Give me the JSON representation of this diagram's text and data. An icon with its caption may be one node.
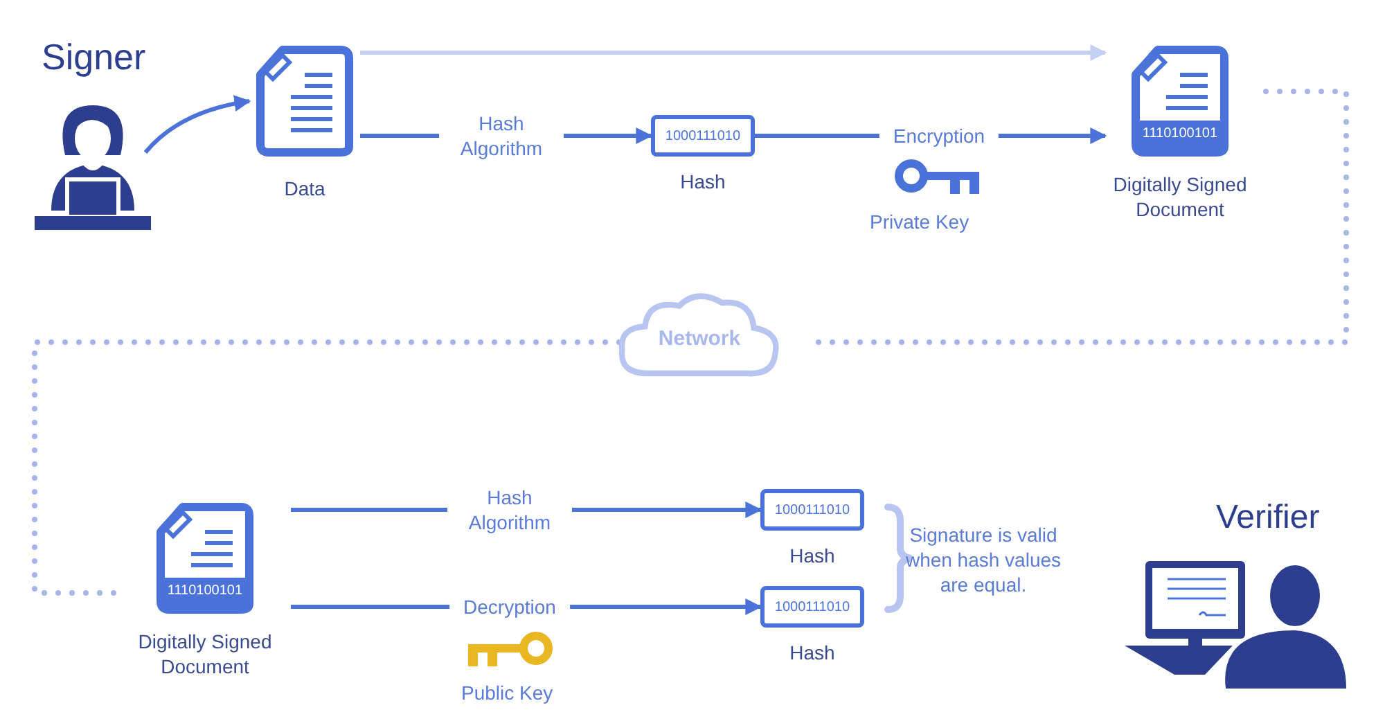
{
  "diagram": {
    "nodes": [
      {
        "text": [],
        "shape": "person",
        "beside": [
          "Signer"
        ]
      },
      {
        "text": [
          "Data"
        ]
      },
      {
        "text": [
          "1000111010",
          "Hash"
        ]
      },
      {
        "text": [
          "1110100101",
          "Digitally Signed Document"
        ]
      },
      {
        "text": [
          "Network"
        ]
      },
      {
        "text": [
          "1110100101",
          "Digitally Signed Document"
        ]
      },
      {
        "text": [
          "1000111010",
          "Hash"
        ]
      },
      {
        "text": [
          "1000111010",
          "Hash"
        ]
      }
    ],
    "edges": [
      {
        "from": 0,
        "to": 1,
        "arrow": "to"
      },
      {
        "from": 1,
        "to": 3,
        "arrow": "to",
        "color": "#c5d0f5"
      },
      {
        "from": 1,
        "to": 2,
        "arrow": "to",
        "label": "Hash Algorithm"
      },
      {
        "from": 2,
        "to": 3,
        "arrow": "to",
        "label": "Encryption"
      },
      {
        "from": 3,
        "to": 4,
        "arrow": "none",
        "style": "dashed",
        "color": "#aab4e4"
      },
      {
        "from": 4,
        "to": 5,
        "arrow": "none",
        "style": "dashed",
        "color": "#aab4e4"
      },
      {
        "from": 5,
        "to": 6,
        "arrow": "to",
        "label": "Hash Algorithm"
      },
      {
        "from": 5,
        "to": 7,
        "arrow": "to",
        "label": "Decryption"
      }
    ],
    "labels": [
      "Private Key",
      "Signature is valid when hash values are equal.",
      "Verifier",
      "Public Key"
    ]
  }
}
